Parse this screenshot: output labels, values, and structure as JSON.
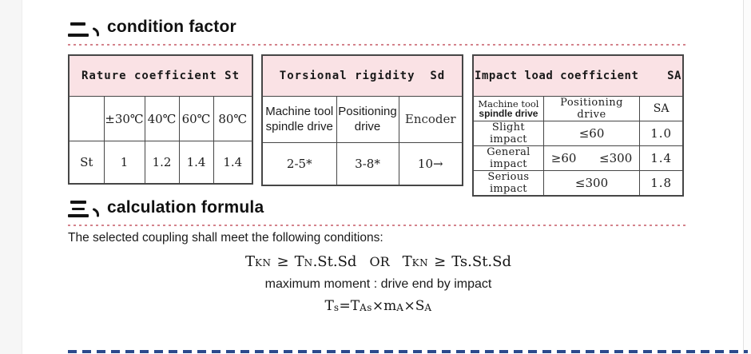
{
  "page": {
    "section2": {
      "marker": "二、",
      "title": "condition factor"
    },
    "section3": {
      "marker": "三、",
      "title": "calculation formula"
    }
  },
  "colors": {
    "table_header_pink": "#fae2e5",
    "table_border": "#464646",
    "dashed_divider_red": "#d4838c",
    "dashed_divider_blue": "#2c4a8c"
  },
  "tables": {
    "rature": {
      "title": "Rature coefficient St",
      "col_headers": [
        "",
        "±30℃",
        "40℃",
        "60℃",
        "80℃"
      ],
      "row_label": "St",
      "values": [
        "1",
        "1.2",
        "1.4",
        "1.4"
      ]
    },
    "torsional": {
      "title": "Torsional rigidity  Sd",
      "col_headers": [
        "Machine tool spindle drive",
        "Positioning drive",
        "Encoder"
      ],
      "values": [
        "2-5*",
        "3-8*",
        "10→"
      ]
    },
    "impact": {
      "title": "Impact load coefficient    SA",
      "header": {
        "col1_line1": "Machine tool",
        "col1_line2": "spindle drive",
        "col2": "Positioning drive",
        "col3": "SA"
      },
      "rows": [
        {
          "label": "Slight impact",
          "range": "≤60",
          "sa": "1.0"
        },
        {
          "label": "General impact",
          "range": "≥60      ≤300",
          "sa": "1.4"
        },
        {
          "label": "Serious impact",
          "range": "≤300",
          "sa": "1.8"
        }
      ]
    }
  },
  "formula": {
    "intro": "The selected coupling shall meet the following conditions:",
    "line1": {
      "t1": "T",
      "t1_sub": "KN",
      "op1": "≥",
      "t2": "T",
      "t2_sub": "N",
      "t2_tail": ".St.Sd",
      "or": "OR",
      "t3": "T",
      "t3_sub": "KN",
      "op2": "≥",
      "t3_tail": "Ts.St.Sd"
    },
    "line2": "maximum moment : drive end by impact",
    "line3": {
      "a": "T",
      "a_sub": "s",
      "eq": "=",
      "b": "T",
      "b_sub": "As",
      "x1": "×",
      "c": "m",
      "c_sub": "A",
      "x2": "×",
      "d": "S",
      "d_sub": "A"
    }
  }
}
